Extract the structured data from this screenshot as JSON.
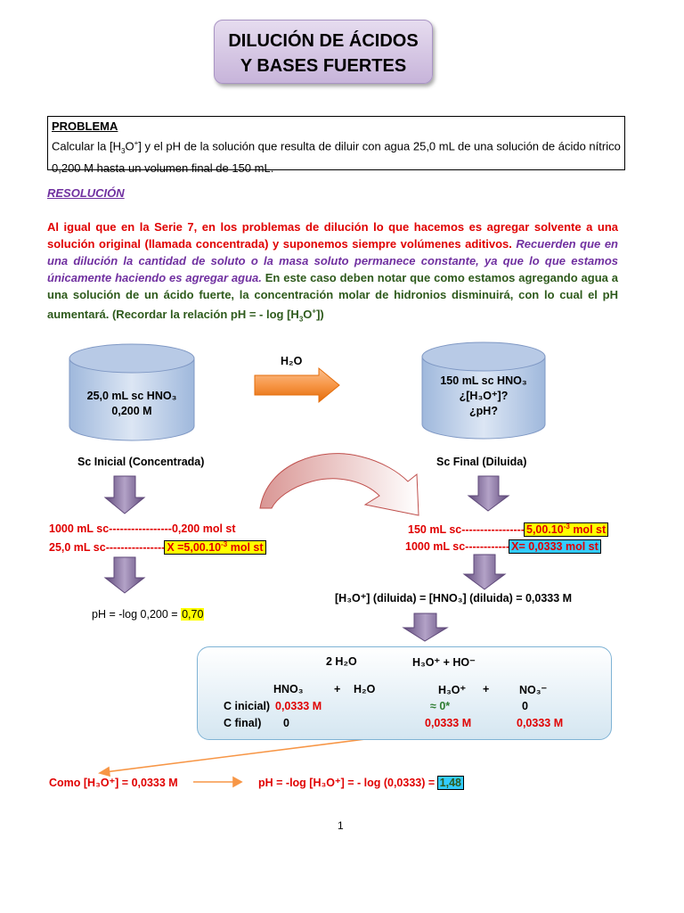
{
  "title": {
    "line1": "DILUCIÓN DE ÁCIDOS",
    "line2": "Y BASES FUERTES"
  },
  "problem": {
    "heading": "PROBLEMA",
    "text_a": "Calcular la [H",
    "text_b": "O",
    "text_c": "] y el pH de la solución que resulta de diluir con agua 25,0 mL de una solución de ácido nítrico 0,200 M hasta un volumen final de 150 mL."
  },
  "resolution_heading": "RESOLUCIÓN",
  "paragraph": {
    "red": "Al igual que en la Serie 7, en los problemas de dilución lo que hacemos es agregar solvente a una solución original (llamada concentrada) y suponemos siempre volúmenes aditivos.",
    "purple": "Recuerden que en una dilución la cantidad de soluto o la masa soluto permanece constante, ya que lo que estamos únicamente haciendo es agregar agua.",
    "green_a": "En este caso deben notar que como estamos agregando agua a una solución de un ácido fuerte, la concentración molar de hidronios disminuirá, con lo cual el pH aumentará. (Recordar la relación pH = - log  [H",
    "green_b": "O",
    "green_c": "])"
  },
  "diagram": {
    "water_label": "H₂O",
    "initial_cylinder": {
      "line1": "25,0 mL sc HNO₃",
      "line2": "0,200 M"
    },
    "final_cylinder": {
      "line1": "150 mL sc HNO₃",
      "line2": "¿[H₃O⁺]?",
      "line3": "¿pH?"
    },
    "initial_label": "Sc Inicial (Concentrada)",
    "final_label": "Sc Final (Diluida)"
  },
  "left_calc": {
    "line1": "1000 mL sc-----------------0,200 mol st",
    "line2_a": "25,0 mL sc----------------",
    "line2_b": "X =5,00.10",
    "line2_exp": "-3",
    "line2_c": " mol st",
    "ph_text": "pH = -log 0,200 = ",
    "ph_value": "0,70"
  },
  "right_calc": {
    "line1_a": "150 mL sc-----------------",
    "line1_b": "5,00.10",
    "line1_exp": "-3",
    "line1_c": " mol st",
    "line2_a": "1000 mL sc------------",
    "line2_b": "X= 0,0333 mol st",
    "diluted": "[H₃O⁺] (diluida) = [HNO₃] (diluida) = 0,0333 M"
  },
  "equilibrium": {
    "autoionization_left": "2 H₂O",
    "autoionization_right": "H₃O⁺  +  HO⁻",
    "reaction": {
      "r1": "HNO₃",
      "plus1": "+",
      "r2": "H₂O",
      "p1": "H₃O⁺",
      "plus2": "+",
      "p2": "NO₃⁻"
    },
    "initial": {
      "label": "C inicial)",
      "hno3": "0,0333 M",
      "h3o": "≈ 0*",
      "no3": "0"
    },
    "final": {
      "label": "C final)",
      "hno3": "0",
      "h3o": "0,0333 M",
      "no3": "0,0333 M"
    }
  },
  "conclusion": {
    "como": "Como [H₃O⁺] = 0,0333 M",
    "ph_text": "pH = -log [H₃O⁺] = - log (0,0333) = ",
    "ph_value": "1,48"
  },
  "page_number": "1",
  "colors": {
    "red": "#e00000",
    "purple": "#7030a0",
    "green": "#2e5a1c",
    "arrow_orange": "#f79646",
    "arrow_purple": "#8064a2",
    "highlight_yellow": "#ffff00",
    "highlight_cyan": "#33ccff"
  }
}
